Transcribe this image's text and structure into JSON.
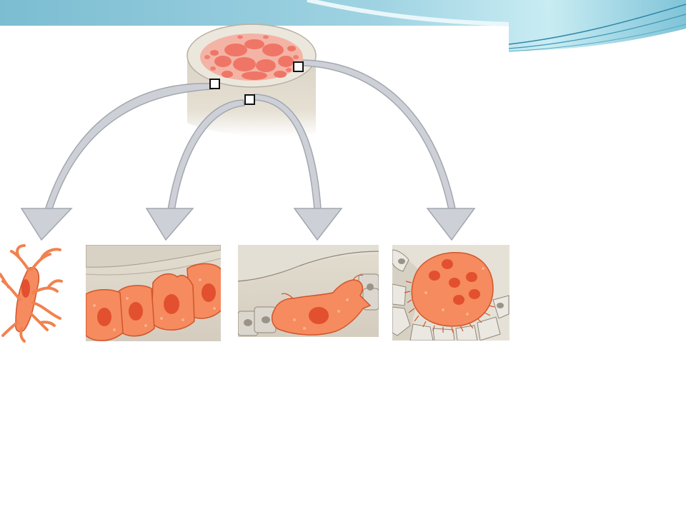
{
  "colors": {
    "banner_light": "#bfe6ef",
    "banner_dark": "#6fb6cc",
    "banner_line": "#3b8fb0",
    "bone_shaft": "#e3ddd1",
    "bone_shadow": "#cbc2b2",
    "marrow_red": "#f07a6e",
    "marrow_light": "#f6a99b",
    "arrow_fill": "#c9ccd2",
    "arrow_stroke": "#9da2aa",
    "cell_fill": "#f58b5e",
    "cell_stroke": "#d2552b",
    "nucleus_fill": "#e2502f",
    "panel_bg": "#e7e2d7",
    "panel_tissue": "#d9d3c6",
    "marker_stroke": "#111111"
  },
  "diagram": {
    "source_markers": 3,
    "cell_panels": [
      {
        "id": "osteocyte",
        "icon": "branching-cell-icon"
      },
      {
        "id": "osteoblasts",
        "icon": "cuboidal-cells-icon"
      },
      {
        "id": "bone-lining-cell",
        "icon": "flat-cell-icon"
      },
      {
        "id": "osteoclast",
        "icon": "multinucleated-cell-icon"
      }
    ]
  }
}
